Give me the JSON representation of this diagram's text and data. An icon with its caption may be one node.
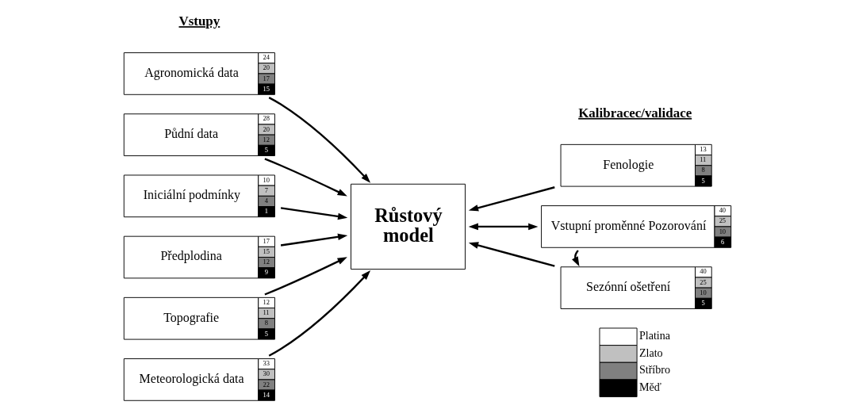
{
  "diagram": {
    "nodes": [
      {
        "text": [
          "Agronomická data",
          "24",
          "20",
          "17",
          "15"
        ]
      },
      {
        "text": [
          "Půdní data",
          "28",
          "20",
          "12",
          "5"
        ]
      },
      {
        "text": [
          "Iniciální podmínky",
          "10",
          "7",
          "4",
          "1"
        ]
      },
      {
        "text": [
          "Předplodina",
          "17",
          "15",
          "12",
          "9"
        ]
      },
      {
        "text": [
          "Topografie",
          "12",
          "11",
          "8",
          "5"
        ]
      },
      {
        "text": [
          "Meteorologická data",
          "33",
          "30",
          "22",
          "14"
        ]
      },
      {
        "text": [
          "Růstový model"
        ]
      },
      {
        "text": [
          "Fenologie",
          "13",
          "11",
          "8",
          "5"
        ]
      },
      {
        "text": [
          "Vstupní proměnné Pozorování",
          "40",
          "25",
          "10",
          "6"
        ]
      },
      {
        "text": [
          "Sezónní ošetření",
          "40",
          "25",
          "10",
          "5"
        ]
      }
    ],
    "edges": [
      {
        "from": 0,
        "to": 6,
        "arrow": "to"
      },
      {
        "from": 1,
        "to": 6,
        "arrow": "to"
      },
      {
        "from": 2,
        "to": 6,
        "arrow": "to"
      },
      {
        "from": 3,
        "to": 6,
        "arrow": "to"
      },
      {
        "from": 4,
        "to": 6,
        "arrow": "to"
      },
      {
        "from": 5,
        "to": 6,
        "arrow": "to"
      },
      {
        "from": 7,
        "to": 6,
        "arrow": "to"
      },
      {
        "from": 6,
        "to": 8,
        "arrow": "both"
      },
      {
        "from": 8,
        "to": 9,
        "arrow": "to"
      },
      {
        "from": 9,
        "to": 6,
        "arrow": "to"
      }
    ],
    "labels": [
      "Vstupy",
      "Kalibracec/validace"
    ],
    "legend": [
      {
        "text": "Platina",
        "color": "#ffffff"
      },
      {
        "text": "Zlato",
        "color": "#c0c0c0"
      },
      {
        "text": "Stříbro",
        "color": "#808080"
      },
      {
        "text": "Měď",
        "color": "#000000"
      }
    ]
  }
}
